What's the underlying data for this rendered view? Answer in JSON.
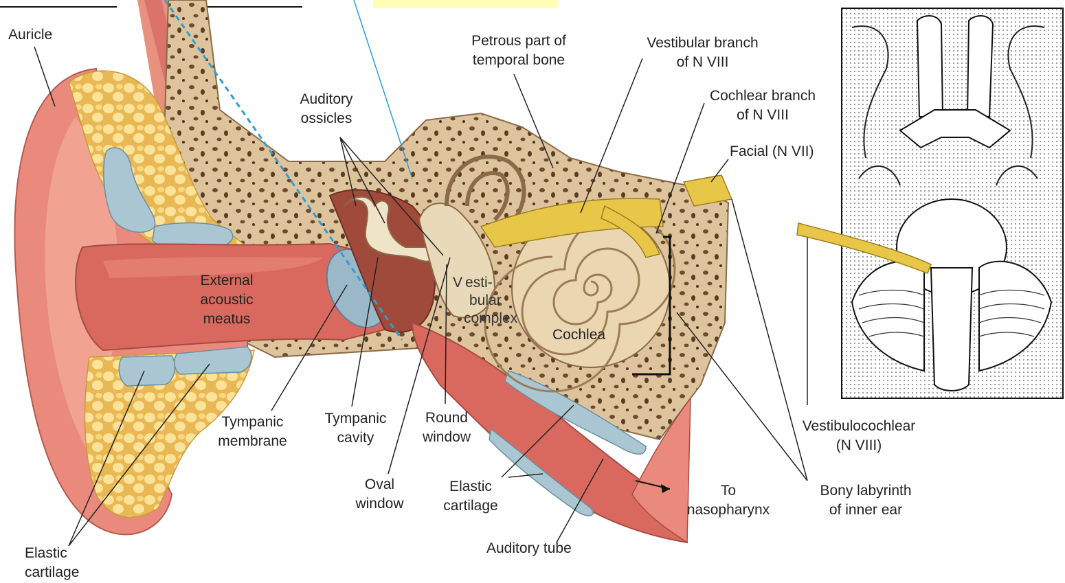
{
  "labels": {
    "auricle": [
      "Auricle"
    ],
    "petrous": [
      "Petrous part of",
      "temporal bone"
    ],
    "vestibular_branch": [
      "Vestibular branch",
      "of N VIII"
    ],
    "cochlear_branch": [
      "Cochlear branch",
      "of N VIII"
    ],
    "facial": [
      "Facial (N VII)"
    ],
    "ossicles": [
      "Auditory",
      "ossicles"
    ],
    "meatus": [
      "External",
      "acoustic",
      "meatus"
    ],
    "cochlea": [
      "Cochlea"
    ],
    "tympanic_membrane": [
      "Tympanic",
      "membrane"
    ],
    "tympanic_cavity": [
      "Tympanic",
      "cavity"
    ],
    "round_window": [
      "Round",
      "window"
    ],
    "vestibulocochlear": [
      "Vestibulocochlear",
      "(N VIII)"
    ],
    "oval_window": [
      "Oval",
      "window"
    ],
    "elastic_cartilage_mid": [
      "Elastic",
      "cartilage"
    ],
    "to_nasopharynx": [
      "To",
      "nasopharynx"
    ],
    "bony_labyrinth": [
      "Bony labyrinth",
      "of inner ear"
    ],
    "elastic_cartilage_left": [
      "Elastic",
      "cartilage"
    ],
    "auditory_tube": [
      "Auditory tube"
    ]
  },
  "vestibular_complex": {
    "line1_a": "V",
    "line1_b": "esti-",
    "line2": "bular",
    "line3": "complex"
  },
  "colors": {
    "skin": "#e98a7c",
    "canal": "#d9695f",
    "fat": "#f3d37a",
    "bone": "#dcc29a",
    "cartilage": "#a9c6d2",
    "nerve": "#e8c648",
    "header_highlight": "#ffffb8"
  }
}
